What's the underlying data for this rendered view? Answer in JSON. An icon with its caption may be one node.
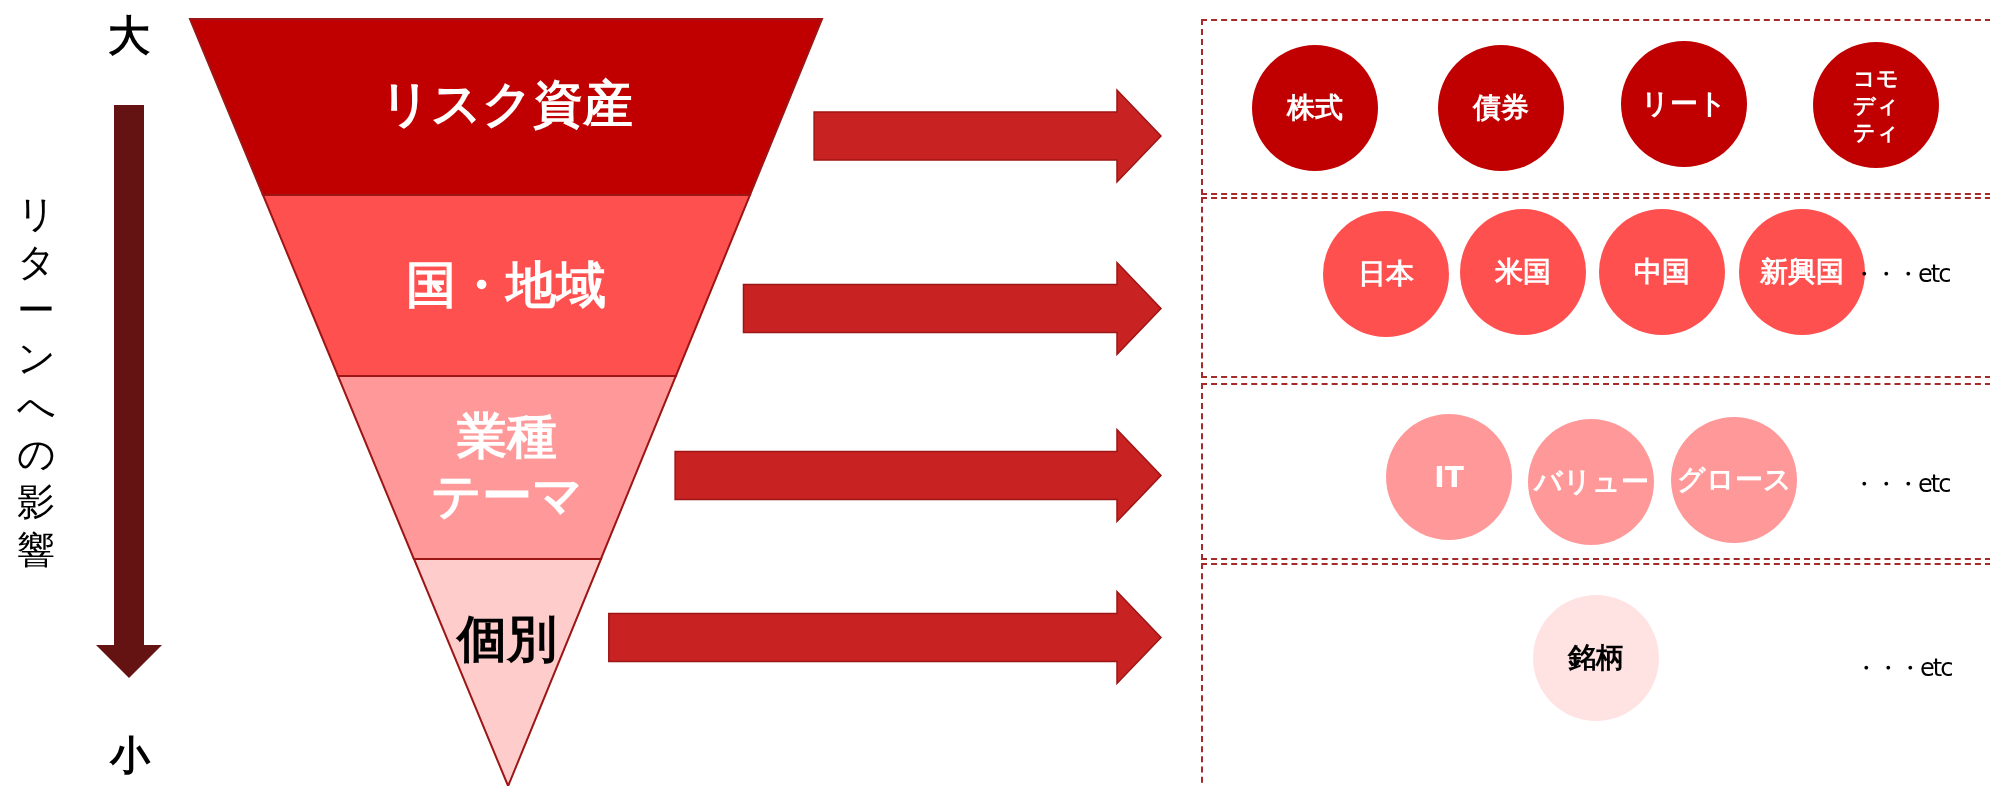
{
  "diagram": {
    "nodes": [
      {
        "text": [
          "リスク資産"
        ]
      },
      {
        "text": [
          "国・地域"
        ]
      },
      {
        "text": [
          "業種",
          "テーマ"
        ]
      },
      {
        "text": [
          "個別"
        ]
      },
      {
        "text": [],
        "shape": "box"
      },
      {
        "text": [],
        "shape": "box"
      },
      {
        "text": [],
        "shape": "box"
      },
      {
        "text": [],
        "shape": "box"
      },
      {
        "text": [
          "株式"
        ],
        "in": 4
      },
      {
        "text": [
          "債券"
        ],
        "in": 4
      },
      {
        "text": [
          "リート"
        ],
        "in": 4
      },
      {
        "text": [
          "コモディティ"
        ],
        "in": 4
      },
      {
        "text": [
          "日本"
        ],
        "in": 5
      },
      {
        "text": [
          "米国"
        ],
        "in": 5
      },
      {
        "text": [
          "中国"
        ],
        "in": 5
      },
      {
        "text": [
          "新興国"
        ],
        "in": 5
      },
      {
        "text": [
          "IT"
        ],
        "in": 6
      },
      {
        "text": [
          "バリュー"
        ],
        "in": 6
      },
      {
        "text": [
          "グロース"
        ],
        "in": 6
      },
      {
        "text": [
          "銘柄"
        ],
        "in": 7
      }
    ],
    "edges": [
      {
        "from": 0,
        "to": 4,
        "arrow": "to"
      },
      {
        "from": 1,
        "to": 5,
        "arrow": "to"
      },
      {
        "from": 2,
        "to": 6,
        "arrow": "to"
      },
      {
        "from": 3,
        "to": 7,
        "arrow": "to"
      }
    ],
    "labels": [
      "大",
      "小",
      "リターンへの影響",
      "・・・etc",
      "・・・etc",
      "・・・etc"
    ]
  }
}
